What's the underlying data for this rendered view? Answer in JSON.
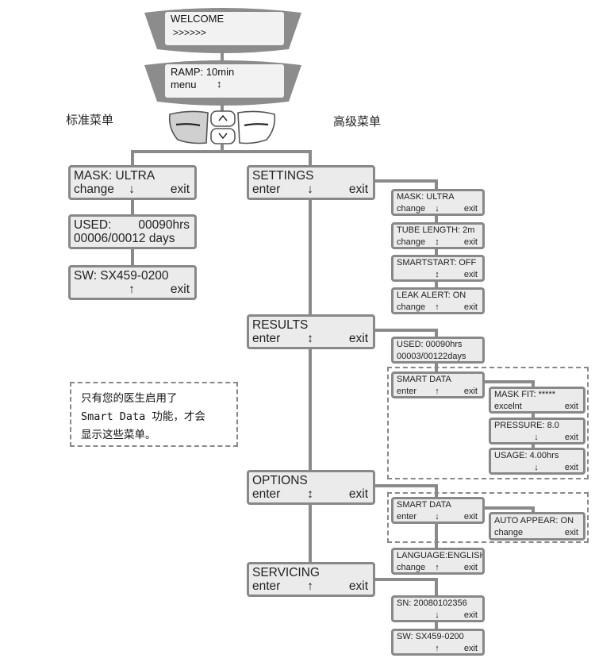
{
  "headings": {
    "standard_menu": "标准菜单",
    "advanced_menu": "高级菜单"
  },
  "screens": {
    "welcome": {
      "line1": "WELCOME",
      "line2": ">>>>>>"
    },
    "ramp": {
      "line1": "RAMP:  10min",
      "line2_left": "menu",
      "line2_arrow": "↕"
    }
  },
  "keypad": {
    "left_key_icon": "left-softkey",
    "up_icon": "^",
    "down_icon": "v",
    "right_key_icon": "right-softkey"
  },
  "standard": [
    {
      "line1": "MASK:  ULTRA",
      "left": "change",
      "arrow": "↓",
      "right": "exit"
    },
    {
      "line1_left": "USED:",
      "line1_right": "00090hrs",
      "line2": "00006/00012 days"
    },
    {
      "line1": "SW: SX459-0200",
      "left": "",
      "arrow": "↑",
      "right": "exit"
    }
  ],
  "advanced": {
    "settings": {
      "header": {
        "line1": "SETTINGS",
        "left": "enter",
        "arrow": "↓",
        "right": "exit"
      },
      "items": [
        {
          "line1": "MASK:  ULTRA",
          "left": "change",
          "arrow": "↓",
          "right": "exit"
        },
        {
          "line1": "TUBE LENGTH: 2m",
          "left": "change",
          "arrow": "↕",
          "right": "exit"
        },
        {
          "line1": "SMARTSTART: OFF",
          "left": "",
          "arrow": "↕",
          "right": "exit"
        },
        {
          "line1": "LEAK ALERT: ON",
          "left": "change",
          "arrow": "↑",
          "right": "exit"
        }
      ]
    },
    "results": {
      "header": {
        "line1": "RESULTS",
        "left": "enter",
        "arrow": "↕",
        "right": "exit"
      },
      "used": {
        "line1": "USED: 00090hrs",
        "line2": "00003/00122days"
      },
      "smart_data": {
        "line1": "SMART DATA",
        "left": "enter",
        "arrow": "↑",
        "right": "exit"
      },
      "smart_items": [
        {
          "line1": "MASK FIT: *****",
          "left": "excelnt",
          "arrow": "",
          "right": "exit"
        },
        {
          "line1": "PRESSURE: 8.0",
          "left": "",
          "arrow": "↓",
          "right": "exit"
        },
        {
          "line1": "USAGE:   4.00hrs",
          "left": "",
          "arrow": "↓",
          "right": "exit"
        }
      ]
    },
    "options": {
      "header": {
        "line1": "OPTIONS",
        "left": "enter",
        "arrow": "↕",
        "right": "exit"
      },
      "smart_data": {
        "line1": "SMART DATA",
        "left": "enter",
        "arrow": "↓",
        "right": "exit"
      },
      "auto_appear": {
        "line1": "AUTO APPEAR: ON",
        "left": "change",
        "arrow": "",
        "right": "exit"
      },
      "language": {
        "line1": "LANGUAGE:ENGLISH",
        "left": "change",
        "arrow": "↑",
        "right": "exit"
      }
    },
    "servicing": {
      "header": {
        "line1": "SERVICING",
        "left": "enter",
        "arrow": "↑",
        "right": "exit"
      },
      "items": [
        {
          "line1": "SN: 20080102356",
          "left": "",
          "arrow": "↓",
          "right": "exit"
        },
        {
          "line1": "SW: SX459-0200",
          "left": "",
          "arrow": "↑",
          "right": "exit"
        }
      ]
    }
  },
  "note": {
    "lines": [
      "只有您的医生启用了",
      "Smart Data 功能，才会",
      "显示这些菜单。"
    ]
  },
  "colors": {
    "connector": "#8a8a8a",
    "box_fill": "#ebebeb",
    "box_border": "#888888",
    "lcd_bezel": "#8c8c8c",
    "lcd_screen": "#f2f2f2"
  }
}
